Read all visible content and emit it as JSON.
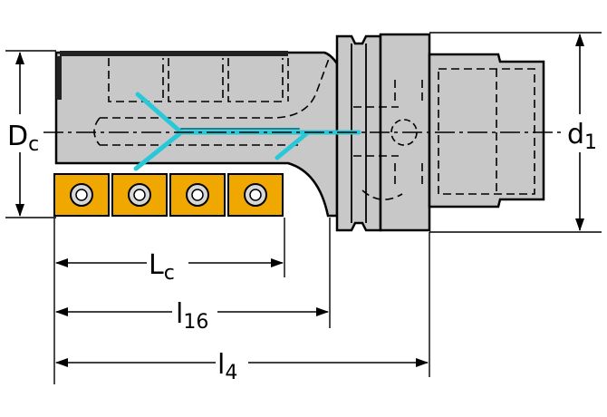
{
  "labels": {
    "cutting_diameter": {
      "main": "D",
      "sub": "c"
    },
    "shank_diameter": {
      "main": "d",
      "sub": "1"
    },
    "cutting_length": {
      "main": "L",
      "sub": "c"
    },
    "length_l16": {
      "main": "l",
      "sub": "16"
    },
    "overall_length": {
      "main": "l",
      "sub": "4"
    }
  },
  "colors": {
    "body": "#c8c8c8",
    "outline": "#000000",
    "coolant": "#29c8d8",
    "insert": "#f0a800",
    "background": "#ffffff"
  },
  "inserts": {
    "count": 4
  }
}
